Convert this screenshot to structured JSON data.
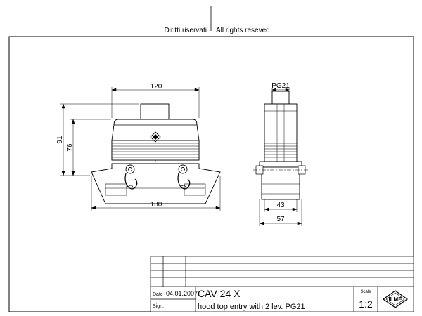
{
  "header": {
    "left_notice": "Diritti riservati",
    "right_notice": "All rights reseved"
  },
  "front_view": {
    "dim_width_top": "120",
    "dim_width_bottom": "180",
    "dim_height_outer": "91",
    "dim_height_inner": "76"
  },
  "side_view": {
    "dim_thread": "PG21",
    "dim_width_inner": "43",
    "dim_width_outer": "57"
  },
  "title_block": {
    "date_label": "Date",
    "date_value": "04.01.2007",
    "sign_label": "Sign.",
    "part_code": "CAV 24 X",
    "description": "hood top entry with 2 lev. PG21",
    "scale_label": "Scale",
    "scale_value": "1:2",
    "logo_text": "ILME"
  }
}
